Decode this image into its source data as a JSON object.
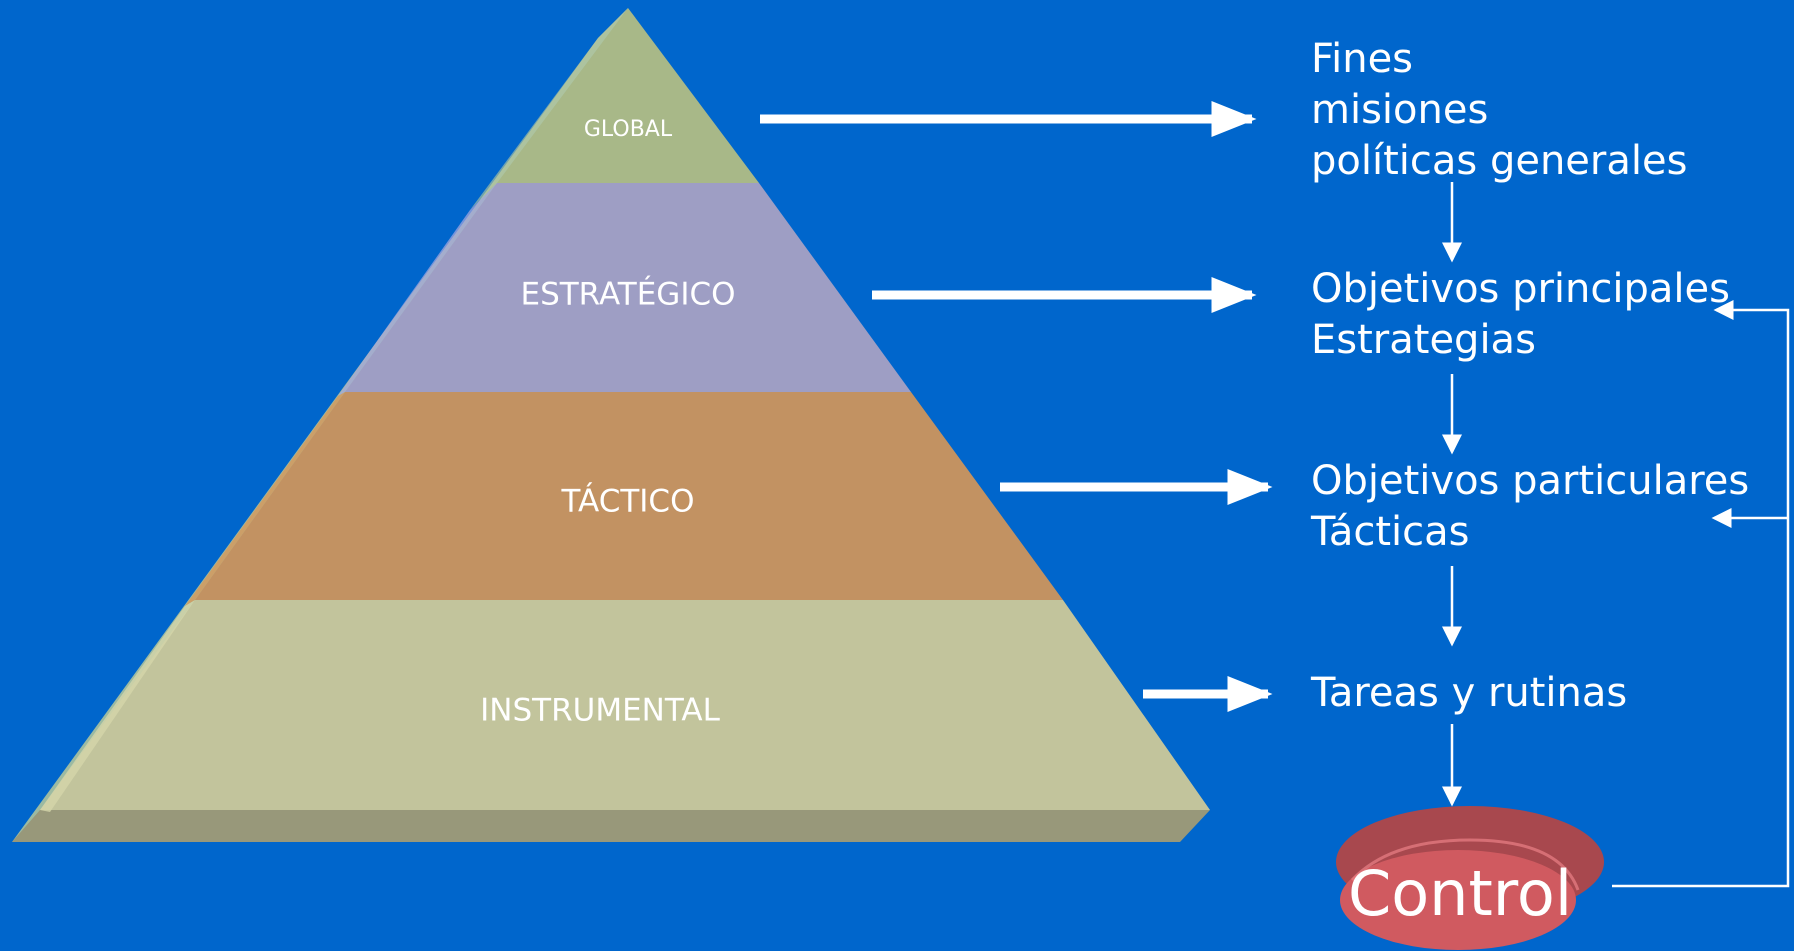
{
  "colors": {
    "background": "#0066cc",
    "global": "#a8b888",
    "estrategico": "#9e9ec4",
    "tactico": "#c29262",
    "instrumental": "#c2c49c",
    "base": "#98987a",
    "control": "#d05a60",
    "arrow": "#ffffff"
  },
  "pyramid": {
    "levels": [
      {
        "label": "GLOBAL"
      },
      {
        "label": "ESTRATÉGICO"
      },
      {
        "label": "TÁCTICO"
      },
      {
        "label": "INSTRUMENTAL"
      }
    ]
  },
  "descriptions": [
    {
      "lines": [
        "Fines",
        "misiones",
        "políticas generales"
      ]
    },
    {
      "lines": [
        "Objetivos principales",
        "Estrategias"
      ]
    },
    {
      "lines": [
        "Objetivos particulares",
        "Tácticas"
      ]
    },
    {
      "lines": [
        "Tareas y rutinas"
      ]
    }
  ],
  "control": {
    "label": "Control"
  }
}
